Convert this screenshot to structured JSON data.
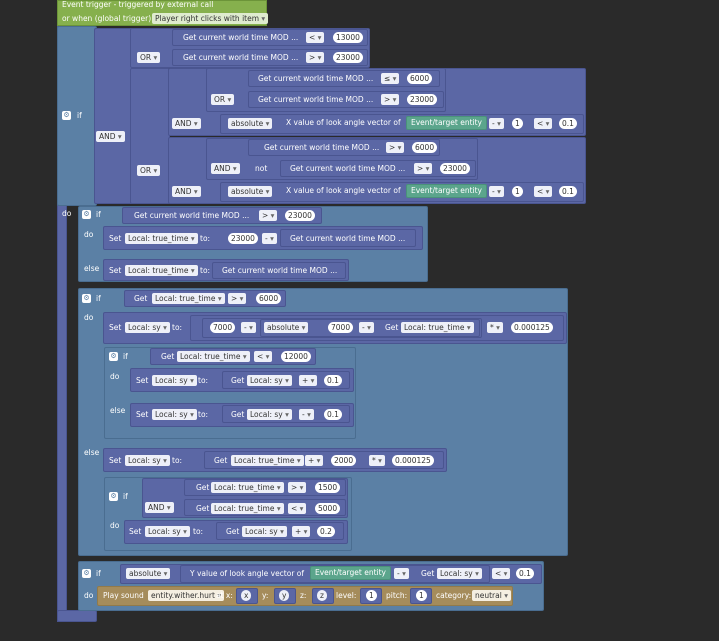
{
  "event": {
    "title": "Event trigger - triggered by external call",
    "sub": "or when (global trigger):",
    "trigger": "Player right clicks with item"
  },
  "kw": {
    "if": "if",
    "do": "do",
    "else": "else",
    "and": "AND",
    "or": "OR",
    "not": "not",
    "set": "Set",
    "to": "to:",
    "get": "Get",
    "absolute": "absolute",
    "x_look": "X value of look angle vector of",
    "y_look": "Y value of look angle vector of",
    "entity": "Event/target entity",
    "world_time": "Get current world time MOD ...",
    "play_sound": "Play sound",
    "at_x": "at x:",
    "y": "y:",
    "z": "z:",
    "level": "level:",
    "pitch": "pitch:",
    "category": "category:"
  },
  "ops": {
    "lt": "<",
    "gt": ">",
    "le": "≤",
    "minus": "-",
    "plus": "+",
    "mul": "*"
  },
  "vars": {
    "true_time": "Local: true_time",
    "sy": "Local: sy"
  },
  "nums": {
    "n13000": "13000",
    "n23000": "23000",
    "n6000": "6000",
    "n1": "1",
    "n01": "0.1",
    "n7000": "7000",
    "n0000125": "0.000125",
    "n12000": "12000",
    "n2000": "2000",
    "n1500": "1500",
    "n5000": "5000",
    "n02": "0.2"
  },
  "sound": {
    "name": "entity.wither.hurt",
    "x": "x",
    "y": "y",
    "z": "z",
    "level": "1",
    "pitch": "1",
    "category": "neutral"
  }
}
